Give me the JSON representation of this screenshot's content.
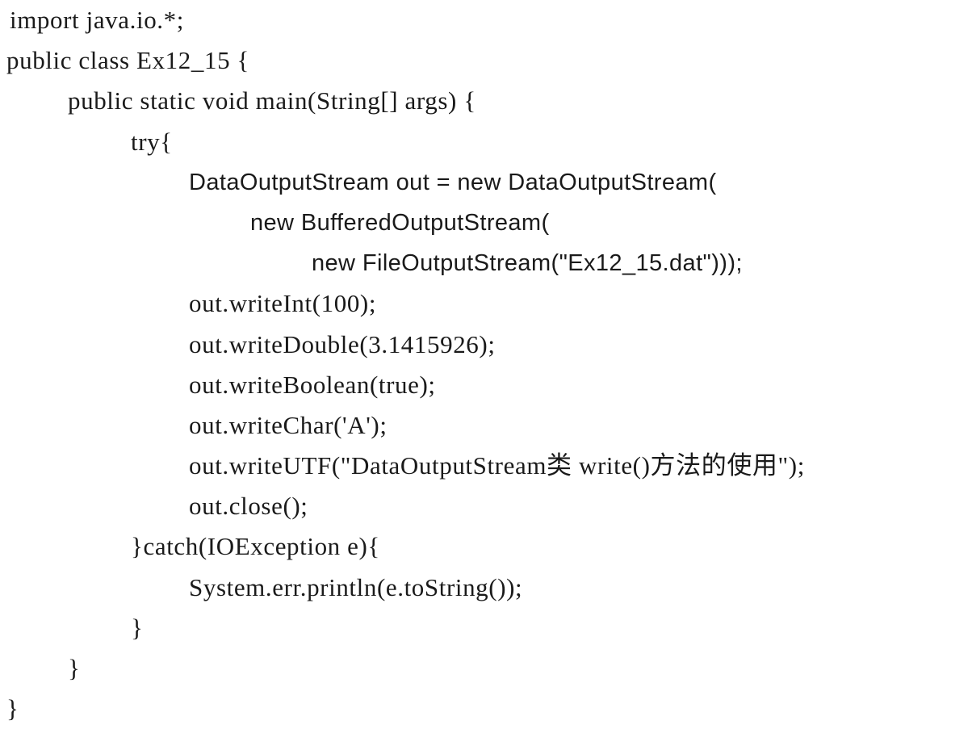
{
  "code": {
    "lines": [
      "import java.io.*;",
      "public class Ex12_15 {",
      "public static void main(String[] args) {",
      "try{",
      "DataOutputStream out = new DataOutputStream(",
      "new BufferedOutputStream(",
      "new FileOutputStream(\"Ex12_15.dat\")));",
      "out.writeInt(100);",
      "out.writeDouble(3.1415926);",
      "out.writeBoolean(true);",
      "out.writeChar('A');",
      "out.writeUTF(\"DataOutputStream类 write()方法的使用\");",
      "out.close();",
      "}catch(IOException e){",
      "System.err.println(e.toString());",
      "}",
      "}",
      "}"
    ]
  }
}
